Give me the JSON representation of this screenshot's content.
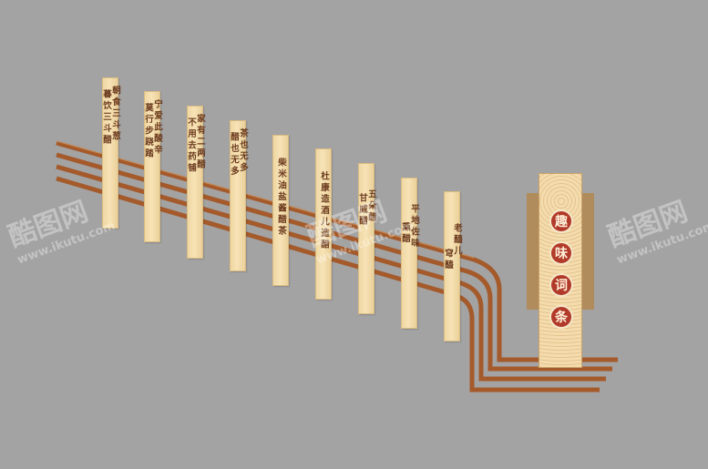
{
  "planks": [
    {
      "columns": [
        "朝食三斗葱",
        "暮饮三斗醋"
      ]
    },
    {
      "columns": [
        "宁爱此酸辛",
        "莫行步跷踏"
      ]
    },
    {
      "columns": [
        "家有二两醋",
        "不用去药铺"
      ]
    },
    {
      "columns": [
        "茶也无多",
        "醋也无多"
      ]
    },
    {
      "columns": [
        "柴米油盐酱醋茶"
      ]
    },
    {
      "columns": [
        "杜康造酒儿造醋"
      ]
    },
    {
      "columns": [
        "五朵醋",
        "甘威醋"
      ]
    },
    {
      "columns": [
        "平地佐味",
        "熏醋"
      ]
    },
    {
      "columns": [
        "老醯儿",
        "穹醯"
      ]
    }
  ],
  "title": [
    "趣",
    "味",
    "词",
    "条"
  ],
  "watermark": {
    "brand": "酷图网",
    "url": "www.ikutu.com"
  },
  "colors": {
    "background": "#a3a3a3",
    "wood_stripe": "#a45a2a",
    "plank": "#f2dcaa",
    "text": "#6b3a1e",
    "title_circle": "#b23a2a",
    "board_dark": "#b08b5c"
  }
}
